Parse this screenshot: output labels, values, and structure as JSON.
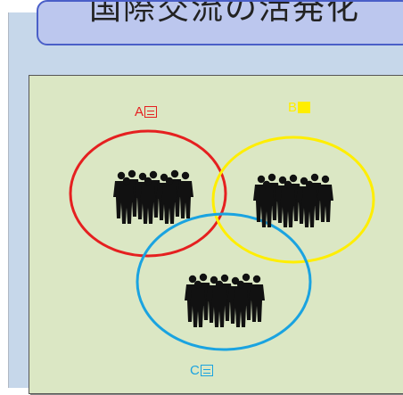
{
  "title": "国際交流の活発化",
  "groups": [
    {
      "label": "A",
      "flag_icon": "country-flag-icon",
      "color": "#e52020"
    },
    {
      "label": "B",
      "flag_icon": "country-flag-icon",
      "color": "#ffee00"
    },
    {
      "label": "C",
      "flag_icon": "country-flag-icon",
      "color": "#1aa3e0"
    }
  ],
  "colors": {
    "background": "#c6d7ea",
    "panel": "#dbe7c4",
    "title_fill": "#bcc7ee",
    "title_border": "#4a5fc8",
    "people": "#111111"
  },
  "icons": [
    "people-group-icon"
  ]
}
